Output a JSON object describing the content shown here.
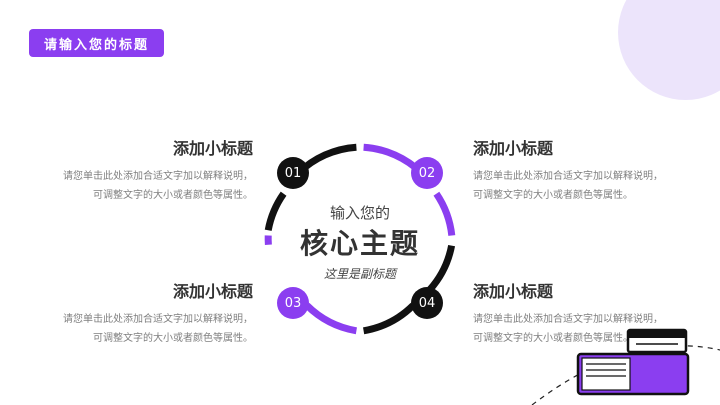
{
  "header": {
    "title": "请输入您的标题"
  },
  "center": {
    "subtitle_top": "输入您的",
    "main_title": "核心主题",
    "note": "这里是副标题"
  },
  "steps": [
    {
      "number": "01",
      "heading": "添加小标题",
      "desc_line1": "请您单击此处添加合适文字加以解释说明，",
      "desc_line2": "可调整文字的大小或者颜色等属性。"
    },
    {
      "number": "02",
      "heading": "添加小标题",
      "desc_line1": "请您单击此处添加合适文字加以解释说明，",
      "desc_line2": "可调整文字的大小或者颜色等属性。"
    },
    {
      "number": "03",
      "heading": "添加小标题",
      "desc_line1": "请您单击此处添加合适文字加以解释说明，",
      "desc_line2": "可调整文字的大小或者颜色等属性。"
    },
    {
      "number": "04",
      "heading": "添加小标题",
      "desc_line1": "请您单击此处添加合适文字加以解释说明，",
      "desc_line2": "可调整文字的大小或者颜色等属性。"
    }
  ],
  "colors": {
    "accent": "#8b3ef0",
    "dark": "#111111",
    "soft": "#ece4fb"
  },
  "icons": {
    "decoration": "books-icon"
  }
}
